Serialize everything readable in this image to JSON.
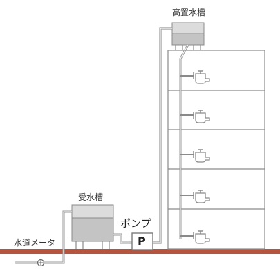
{
  "labels": {
    "elevated_tank": "高置水槽",
    "receiving_tank": "受水槽",
    "pump": "ポンプ",
    "pump_symbol": "P",
    "water_meter": "水道メータ"
  },
  "building": {
    "floors": 5
  },
  "colors": {
    "ground": "#b5553f",
    "line": "#8a8a8a",
    "pipe": "#9a9a9a",
    "tank_top": "#dcdcdc",
    "tank_body": "#c4c4c4",
    "text": "#333333"
  }
}
